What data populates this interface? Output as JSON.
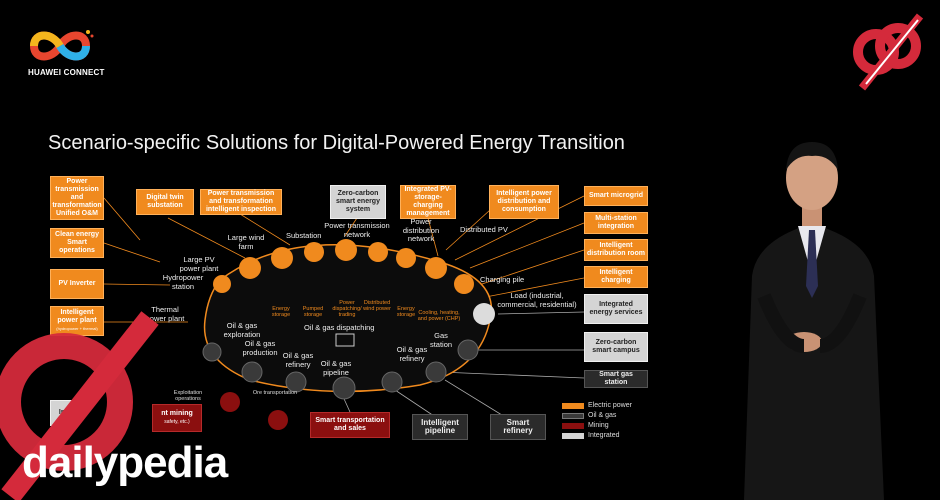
{
  "brand": {
    "event_logo_text": "HUAWEI CONNECT",
    "watermark": "dailypedia"
  },
  "slide": {
    "title": "Scenario-specific Solutions for Digital-Powered Energy Transition",
    "left_boxes": [
      "Power transmission and transformation Unified O&M",
      "Clean energy Smart operations",
      "PV Inverter",
      "Intelligent power plant"
    ],
    "left_box_note": "(hydropower + thermal)",
    "top_boxes": [
      "Digital twin substation",
      "Power transmission and transformation intelligent inspection",
      "Zero-carbon smart energy system",
      "Integrated PV-storage-charging management",
      "Intelligent power distribution and consumption"
    ],
    "right_boxes": [
      "Smart microgrid",
      "Multi-station integration",
      "Intelligent distribution room",
      "Intelligent charging",
      "Integrated energy services",
      "Zero-carbon smart campus",
      "Smart gas station"
    ],
    "bottom_boxes": {
      "mining": "nt mining",
      "mining_note": "safety, etc.)",
      "transport": "Smart transportation and sales",
      "pipeline": "Intelligent pipeline",
      "refinery": "Smart refinery",
      "left_cut": "In"
    },
    "nodes": {
      "large_wind_farm": "Large wind farm",
      "substation": "Substation",
      "transmission_network": "Power transmission network",
      "distribution_network": "Power distribution network",
      "distributed_pv": "Distributed PV",
      "large_pv": "Large PV power plant",
      "hydropower": "Hydropower station",
      "thermal": "Thermal power plant",
      "charging_pile": "Charging pile",
      "load": "Load (industrial, commercial, residential)",
      "energy_storage_1": "Energy storage",
      "pumped_storage": "Pumped storage",
      "power_dispatching": "Power dispatching/ trading",
      "distributed_wind": "Distributed wind power",
      "energy_storage_2": "Energy storage",
      "cooling": "Cooling, heating, and power (CHP)",
      "og_exploration": "Oil & gas exploration",
      "og_production": "Oil & gas production",
      "og_dispatching": "Oil & gas dispatching",
      "og_refinery": "Oil & gas refinery",
      "og_pipeline": "Oil & gas pipeline",
      "og_refinery_right": "Oil & gas refinery",
      "gas_station": "Gas station",
      "exploitation_ops": "Exploitation operations",
      "ore_transport": "Ore transportation"
    },
    "legend": [
      {
        "label": "Electric power",
        "color": "#f08a1e"
      },
      {
        "label": "Oil & gas",
        "color": "#3a3a3a"
      },
      {
        "label": "Mining",
        "color": "#8b0f0f"
      },
      {
        "label": "Integrated",
        "color": "#d4d4d4"
      }
    ]
  },
  "colors": {
    "background": "#000000",
    "orange": "#f08a1e",
    "red_brand": "#d42a3b",
    "grey": "#d4d4d4"
  }
}
